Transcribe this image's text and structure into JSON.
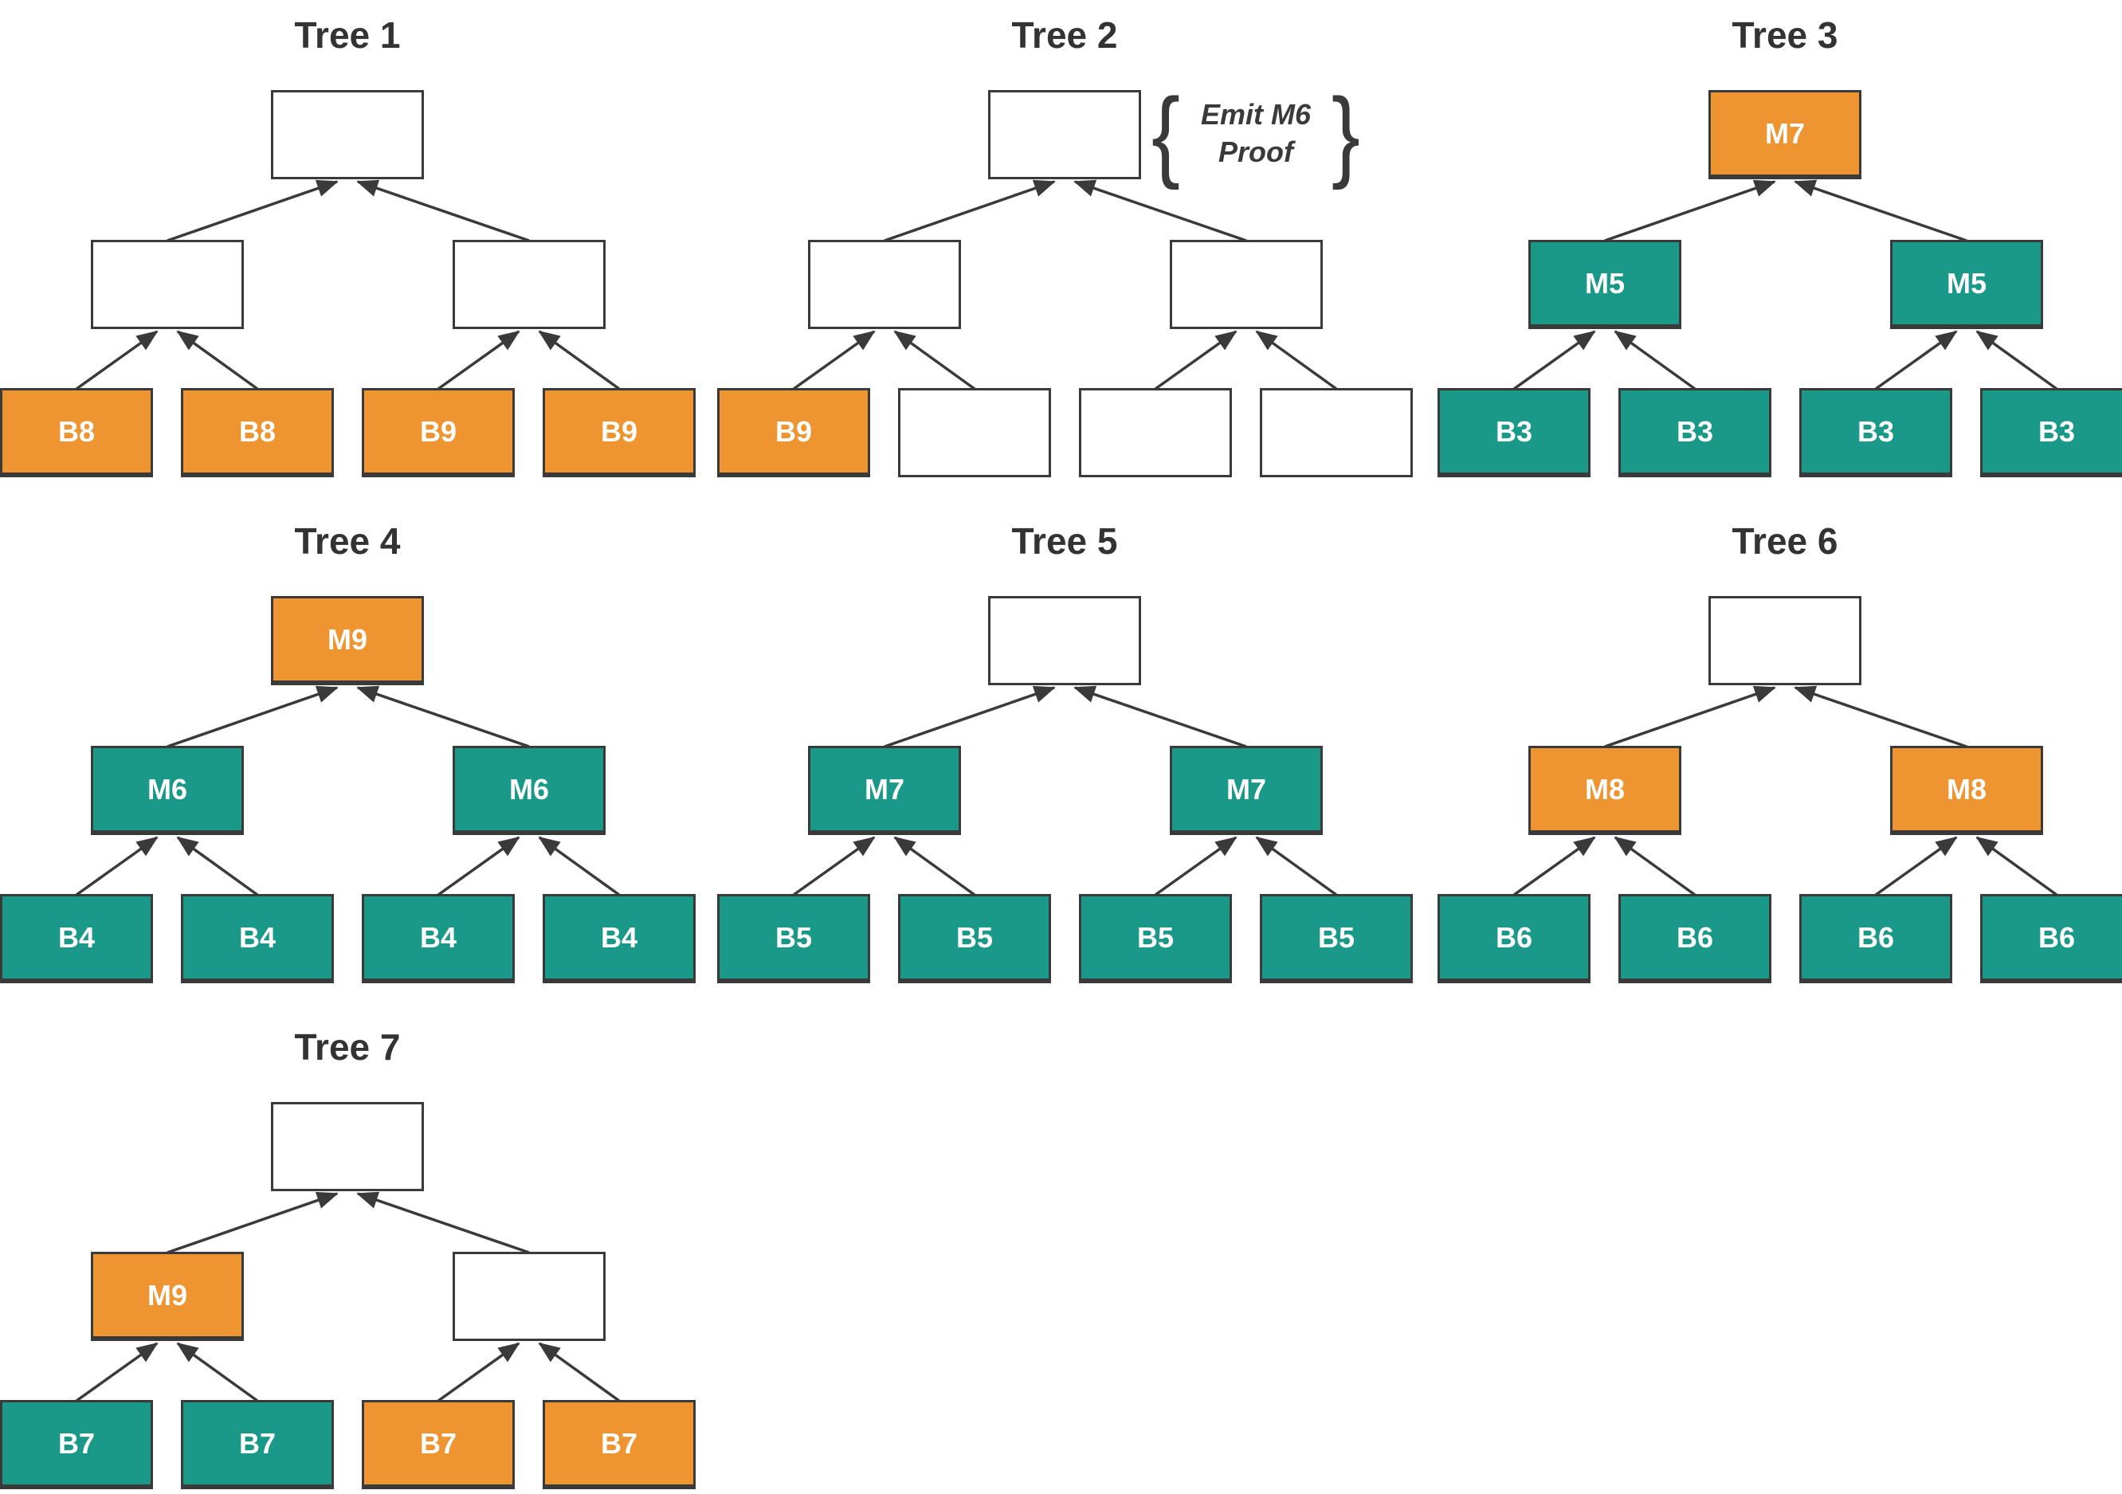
{
  "colors": {
    "orange": "#EE9430",
    "teal": "#1A9988",
    "white": "#FFFFFF",
    "border": "#3A3A3A",
    "title": "#333333",
    "label": "#FFFFFF",
    "arrow": "#3A3A3A"
  },
  "annotation": {
    "brace_left": "{",
    "line1": "Emit M6",
    "line2": "Proof",
    "brace_right": "}"
  },
  "trees": [
    {
      "title": "Tree 1",
      "root": {
        "label": "",
        "fill": "white"
      },
      "mids": [
        {
          "label": "",
          "fill": "white"
        },
        {
          "label": "",
          "fill": "white"
        }
      ],
      "leaves": [
        {
          "label": "B8",
          "fill": "orange"
        },
        {
          "label": "B8",
          "fill": "orange"
        },
        {
          "label": "B9",
          "fill": "orange"
        },
        {
          "label": "B9",
          "fill": "orange"
        }
      ]
    },
    {
      "title": "Tree 2",
      "root": {
        "label": "",
        "fill": "white"
      },
      "mids": [
        {
          "label": "",
          "fill": "white"
        },
        {
          "label": "",
          "fill": "white"
        }
      ],
      "leaves": [
        {
          "label": "B9",
          "fill": "orange"
        },
        {
          "label": "",
          "fill": "white"
        },
        {
          "label": "",
          "fill": "white"
        },
        {
          "label": "",
          "fill": "white"
        }
      ]
    },
    {
      "title": "Tree 3",
      "root": {
        "label": "M7",
        "fill": "orange"
      },
      "mids": [
        {
          "label": "M5",
          "fill": "teal"
        },
        {
          "label": "M5",
          "fill": "teal"
        }
      ],
      "leaves": [
        {
          "label": "B3",
          "fill": "teal"
        },
        {
          "label": "B3",
          "fill": "teal"
        },
        {
          "label": "B3",
          "fill": "teal"
        },
        {
          "label": "B3",
          "fill": "teal"
        }
      ]
    },
    {
      "title": "Tree 4",
      "root": {
        "label": "M9",
        "fill": "orange"
      },
      "mids": [
        {
          "label": "M6",
          "fill": "teal"
        },
        {
          "label": "M6",
          "fill": "teal"
        }
      ],
      "leaves": [
        {
          "label": "B4",
          "fill": "teal"
        },
        {
          "label": "B4",
          "fill": "teal"
        },
        {
          "label": "B4",
          "fill": "teal"
        },
        {
          "label": "B4",
          "fill": "teal"
        }
      ]
    },
    {
      "title": "Tree 5",
      "root": {
        "label": "",
        "fill": "white"
      },
      "mids": [
        {
          "label": "M7",
          "fill": "teal"
        },
        {
          "label": "M7",
          "fill": "teal"
        }
      ],
      "leaves": [
        {
          "label": "B5",
          "fill": "teal"
        },
        {
          "label": "B5",
          "fill": "teal"
        },
        {
          "label": "B5",
          "fill": "teal"
        },
        {
          "label": "B5",
          "fill": "teal"
        }
      ]
    },
    {
      "title": "Tree 6",
      "root": {
        "label": "",
        "fill": "white"
      },
      "mids": [
        {
          "label": "M8",
          "fill": "orange"
        },
        {
          "label": "M8",
          "fill": "orange"
        }
      ],
      "leaves": [
        {
          "label": "B6",
          "fill": "teal"
        },
        {
          "label": "B6",
          "fill": "teal"
        },
        {
          "label": "B6",
          "fill": "teal"
        },
        {
          "label": "B6",
          "fill": "teal"
        }
      ]
    },
    {
      "title": "Tree 7",
      "root": {
        "label": "",
        "fill": "white"
      },
      "mids": [
        {
          "label": "M9",
          "fill": "orange"
        },
        {
          "label": "",
          "fill": "white"
        }
      ],
      "leaves": [
        {
          "label": "B7",
          "fill": "teal"
        },
        {
          "label": "B7",
          "fill": "teal"
        },
        {
          "label": "B7",
          "fill": "orange"
        },
        {
          "label": "B7",
          "fill": "orange"
        }
      ]
    }
  ]
}
